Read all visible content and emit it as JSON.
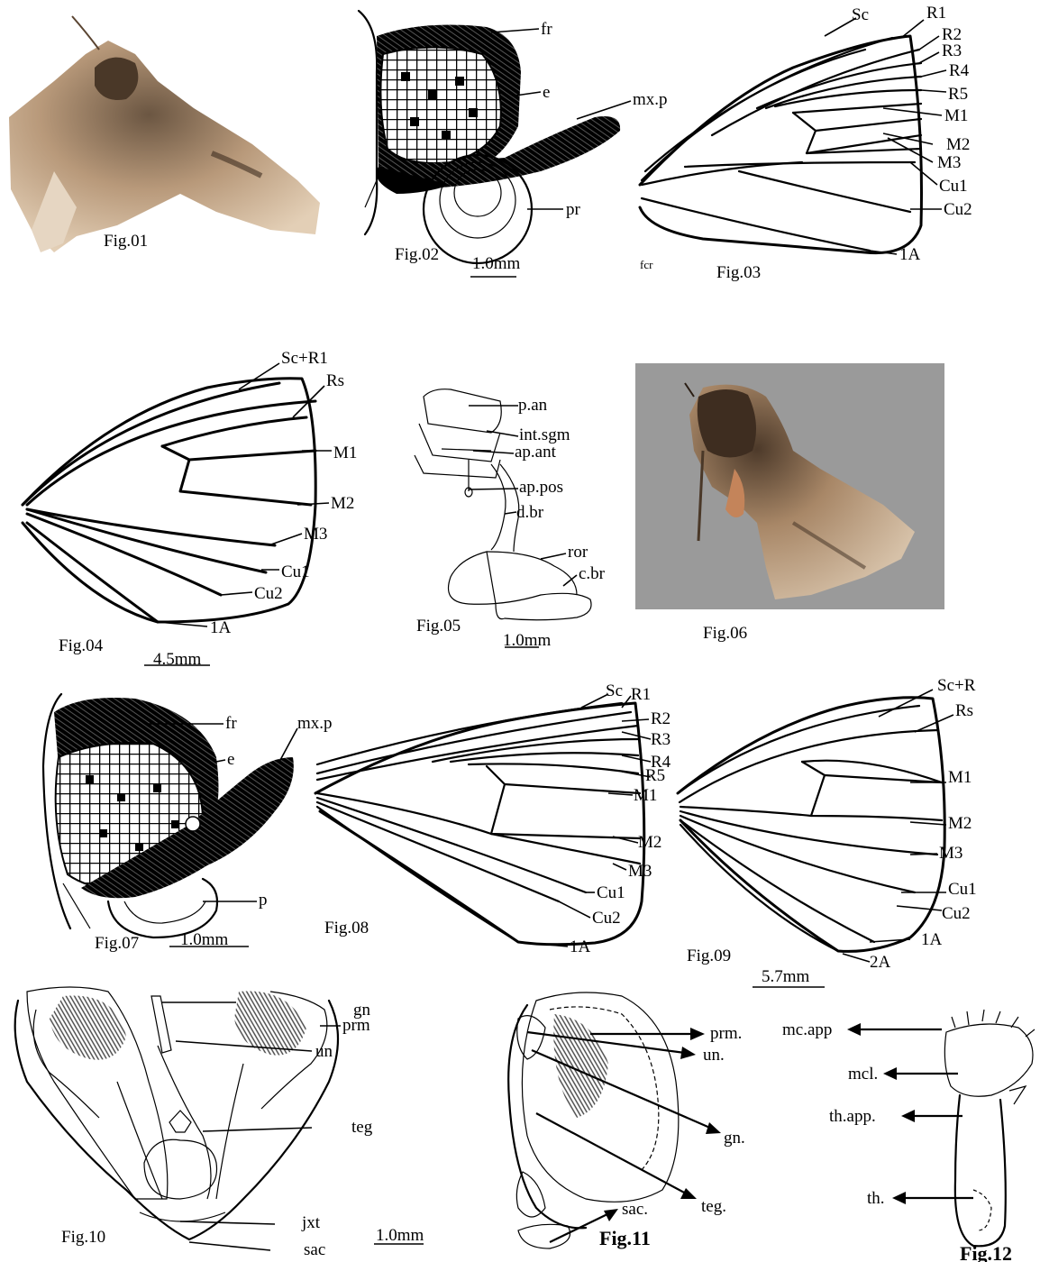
{
  "figures": {
    "fig01": {
      "caption": "Fig.01"
    },
    "fig02": {
      "caption": "Fig.02",
      "scale": "1.0mm",
      "labels": [
        "fr",
        "e",
        "mx.p",
        "pr"
      ]
    },
    "fig03": {
      "caption": "Fig.03",
      "stray": "fcr",
      "labels": [
        "Sc",
        "R1",
        "R2",
        "R3",
        "R4",
        "R5",
        "M1",
        "M2",
        "M3",
        "Cu1",
        "Cu2",
        "1A"
      ]
    },
    "fig04": {
      "caption": "Fig.04",
      "scale": "4.5mm",
      "labels": [
        "Sc+R1",
        "Rs",
        "M1",
        "M2",
        "M3",
        "Cu1",
        "Cu2",
        "1A"
      ]
    },
    "fig05": {
      "caption": "Fig.05",
      "scale": "1.0mm",
      "labels": [
        "p.an",
        "int.sgm",
        "ap.ant",
        "ap.pos",
        "d.br",
        "ror",
        "c.br"
      ]
    },
    "fig06": {
      "caption": "Fig.06"
    },
    "fig07": {
      "caption": "Fig.07",
      "scale": "1.0mm",
      "labels": [
        "fr",
        "mx.p",
        "e",
        "p"
      ]
    },
    "fig08": {
      "caption": "Fig.08",
      "labels": [
        "Sc",
        "R1",
        "R2",
        "R3",
        "R4",
        "R5",
        "M1",
        "M2",
        "M3",
        "Cu1",
        "Cu2",
        "1A"
      ]
    },
    "fig09": {
      "caption": "Fig.09",
      "scale": "5.7mm",
      "labels": [
        "Sc+R",
        "Rs",
        "M1",
        "M2",
        "M3",
        "Cu1",
        "Cu2",
        "1A",
        "2A"
      ]
    },
    "fig10": {
      "caption": "Fig.10",
      "scale": "1.0mm",
      "labels": [
        "gn",
        "prm",
        "un",
        "teg",
        "jxt",
        "sac"
      ]
    },
    "fig11": {
      "caption": "Fig.11",
      "labels": [
        "prm.",
        "un.",
        "gn.",
        "teg.",
        "sac."
      ]
    },
    "fig12": {
      "caption": "Fig.12",
      "labels": [
        "mc.app",
        "mcl.",
        "th.app.",
        "th."
      ]
    }
  },
  "colors": {
    "ink": "#000000",
    "photo_bg": "#9a9a9a",
    "moth_light": "#c9ab8a",
    "moth_dark": "#5a4431"
  }
}
